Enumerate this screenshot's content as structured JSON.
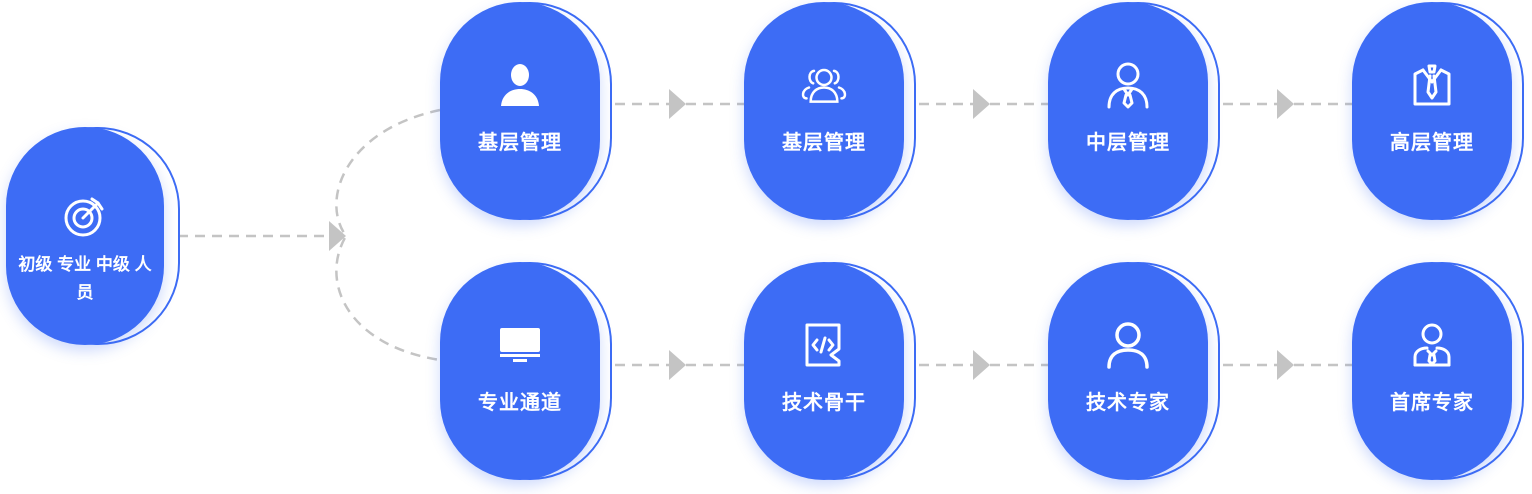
{
  "start": {
    "label": "初级 专业 中级 人员",
    "icon": "target-icon"
  },
  "management_track": [
    {
      "label": "基层管理",
      "icon": "person-silhouette-icon"
    },
    {
      "label": "基层管理",
      "icon": "group-icon"
    },
    {
      "label": "中层管理",
      "icon": "person-tie-icon"
    },
    {
      "label": "高层管理",
      "icon": "suit-icon"
    }
  ],
  "professional_track": [
    {
      "label": "专业通道",
      "icon": "monitor-icon"
    },
    {
      "label": "技术骨干",
      "icon": "code-icon"
    },
    {
      "label": "技术专家",
      "icon": "person-outline-icon"
    },
    {
      "label": "首席专家",
      "icon": "expert-person-icon"
    }
  ],
  "colors": {
    "node": "#3d6cf5",
    "connector": "#c4c4c4"
  }
}
